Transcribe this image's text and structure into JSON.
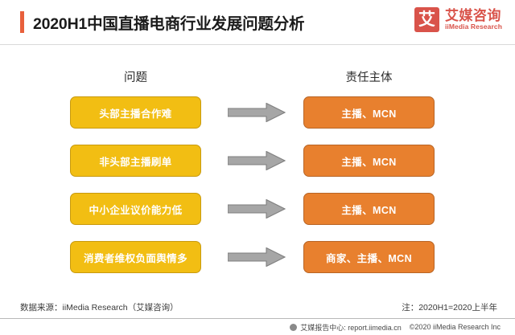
{
  "header": {
    "title": "2020H1中国直播电商行业发展问题分析",
    "accent_color": "#E8603C",
    "brand": {
      "mark": "艾",
      "name_cn": "艾媒咨询",
      "name_en": "iiMedia Research",
      "color": "#D9534A"
    }
  },
  "columns": {
    "left_label": "问题",
    "right_label": "责任主体"
  },
  "colors": {
    "problem_fill": "#F2BE13",
    "problem_border": "#C89A0F",
    "owner_fill": "#E8802E",
    "owner_border": "#B86526",
    "arrow_fill": "#A6A6A6",
    "arrow_border": "#7F7F7F"
  },
  "rows": [
    {
      "problem": "头部主播合作难",
      "arrow": "right-arrow-icon",
      "owner": "主播、MCN"
    },
    {
      "problem": "非头部主播刷单",
      "arrow": "right-arrow-icon",
      "owner": "主播、MCN"
    },
    {
      "problem": "中小企业议价能力低",
      "arrow": "right-arrow-icon",
      "owner": "主播、MCN"
    },
    {
      "problem": "消费者维权负面舆情多",
      "arrow": "right-arrow-icon",
      "owner": "商家、主播、MCN"
    }
  ],
  "footer": {
    "source": "数据来源：iiMedia Research（艾媒咨询）",
    "note": "注：2020H1=2020上半年",
    "bar": {
      "report_center": "艾媒报告中心: report.iimedia.cn",
      "copyright": "©2020  iiMedia Research Inc"
    }
  }
}
